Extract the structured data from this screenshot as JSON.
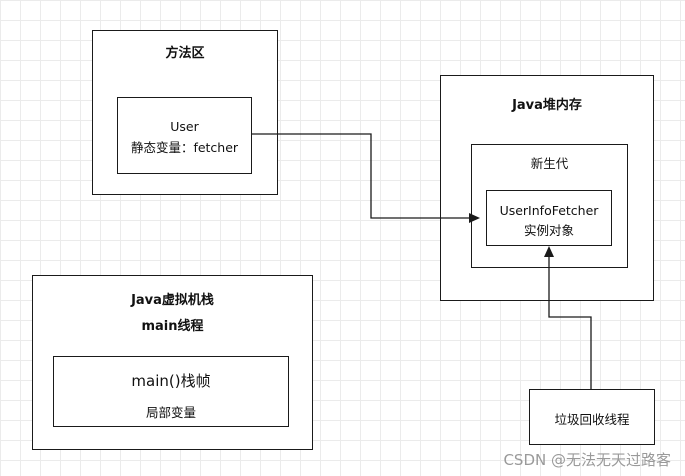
{
  "method_area": {
    "title": "方法区",
    "user_box": {
      "line1": "User",
      "line2": "静态变量：fetcher"
    }
  },
  "heap": {
    "title": "Java堆内存",
    "young_gen": {
      "title": "新生代",
      "object_box": {
        "line1": "UserInfoFetcher",
        "line2": "实例对象"
      }
    }
  },
  "stack": {
    "title_line1": "Java虚拟机栈",
    "title_line2": "main线程",
    "frame": {
      "title": "main()栈帧",
      "subtitle": "局部变量"
    }
  },
  "gc_thread": {
    "label": "垃圾回收线程"
  },
  "watermark": "CSDN @无法无天过路客"
}
